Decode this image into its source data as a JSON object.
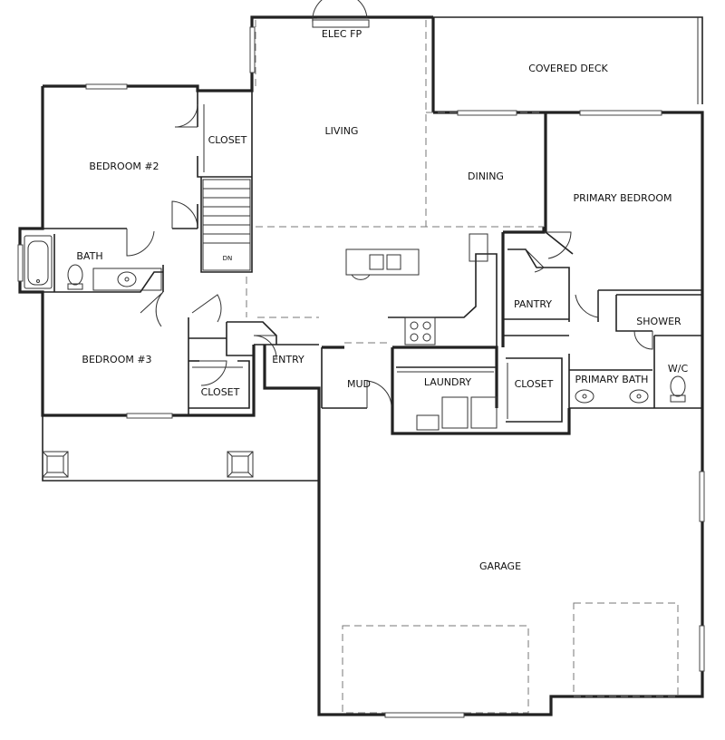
{
  "rooms": {
    "elec_fp": "ELEC FP",
    "covered_deck": "COVERED DECK",
    "living": "LIVING",
    "closet_1": "CLOSET",
    "bedroom_2": "BEDROOM #2",
    "dining": "DINING",
    "primary_bedroom": "PRIMARY BEDROOM",
    "bath": "BATH",
    "dn": "DN",
    "pantry": "PANTRY",
    "shower": "SHOWER",
    "bedroom_3": "BEDROOM #3",
    "entry": "ENTRY",
    "mud": "MUD",
    "laundry": "LAUNDRY",
    "closet_2": "CLOSET",
    "primary_bath": "PRIMARY BATH",
    "wc": "W/C",
    "closet_3": "CLOSET",
    "garage": "GARAGE"
  }
}
